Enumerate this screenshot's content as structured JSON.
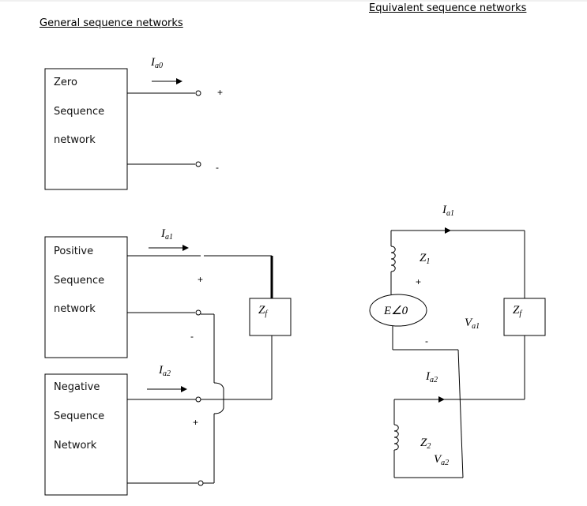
{
  "headings": {
    "general": "General sequence networks",
    "equivalent": "Equivalent sequence networks"
  },
  "general": {
    "zero": {
      "lines": [
        "Zero",
        "Sequence",
        "network"
      ],
      "current": "I",
      "current_sub": "a0"
    },
    "positive": {
      "lines": [
        "Positive",
        "Sequence",
        "network"
      ],
      "current": "I",
      "current_sub": "a1"
    },
    "negative": {
      "lines": [
        "Negative",
        "Sequence",
        "Network"
      ],
      "current": "I",
      "current_sub": "a2"
    },
    "impedance": "Z",
    "impedance_sub": "f",
    "plus": "+",
    "minus": "-"
  },
  "equivalent": {
    "current1": "I",
    "current1_sub": "a1",
    "z1": "Z",
    "z1_sub": "1",
    "source": "E∠0",
    "zf": "Z",
    "zf_sub": "f",
    "va1": "V",
    "va1_sub": "a1",
    "current2": "I",
    "current2_sub": "a2",
    "z2": "Z",
    "z2_sub": "2",
    "va2": "V",
    "va2_sub": "a2",
    "plus": "+",
    "minus": "-"
  }
}
